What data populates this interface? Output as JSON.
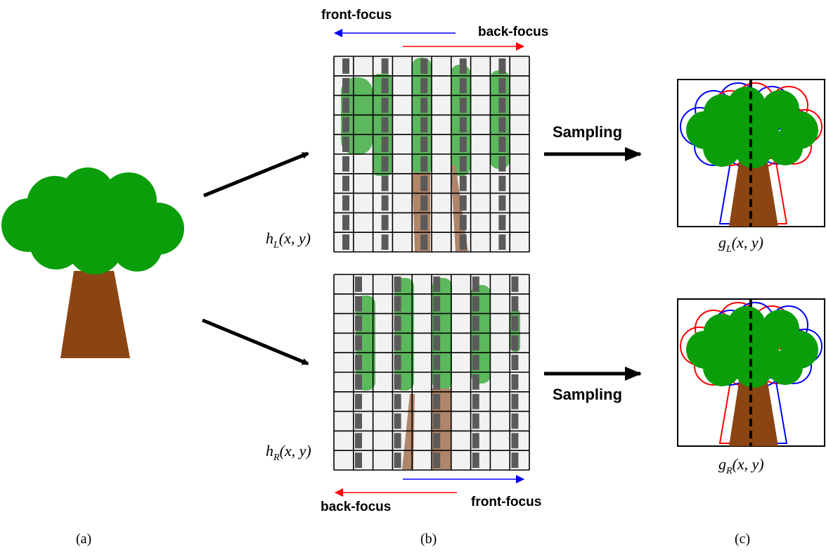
{
  "labels": {
    "top_front_focus": "front-focus",
    "top_back_focus": "back-focus",
    "bottom_back_focus": "back-focus",
    "bottom_front_focus": "front-focus",
    "sampling_top": "Sampling",
    "sampling_bottom": "Sampling",
    "panel_a": "(a)",
    "panel_b": "(b)",
    "panel_c": "(c)"
  },
  "math": {
    "hL": {
      "base": "h",
      "sub": "L",
      "args": "(x, y)"
    },
    "hR": {
      "base": "h",
      "sub": "R",
      "args": "(x, y)"
    },
    "gL": {
      "base": "g",
      "sub": "L",
      "args": "(x, y)"
    },
    "gR": {
      "base": "g",
      "sub": "R",
      "args": "(x, y)"
    }
  },
  "colors": {
    "foliage": "#0a9e0a",
    "foliage_light": "#5cb85c",
    "trunk": "#8b4513",
    "trunk_light": "#b0856a",
    "grid_fill": "#f2f2f2",
    "lens_bar": "#5a5a5a",
    "front_arrow": "#0000ff",
    "back_arrow": "#ff0000"
  },
  "icons": {
    "tree": "tree-icon",
    "arrow": "arrow-icon"
  }
}
